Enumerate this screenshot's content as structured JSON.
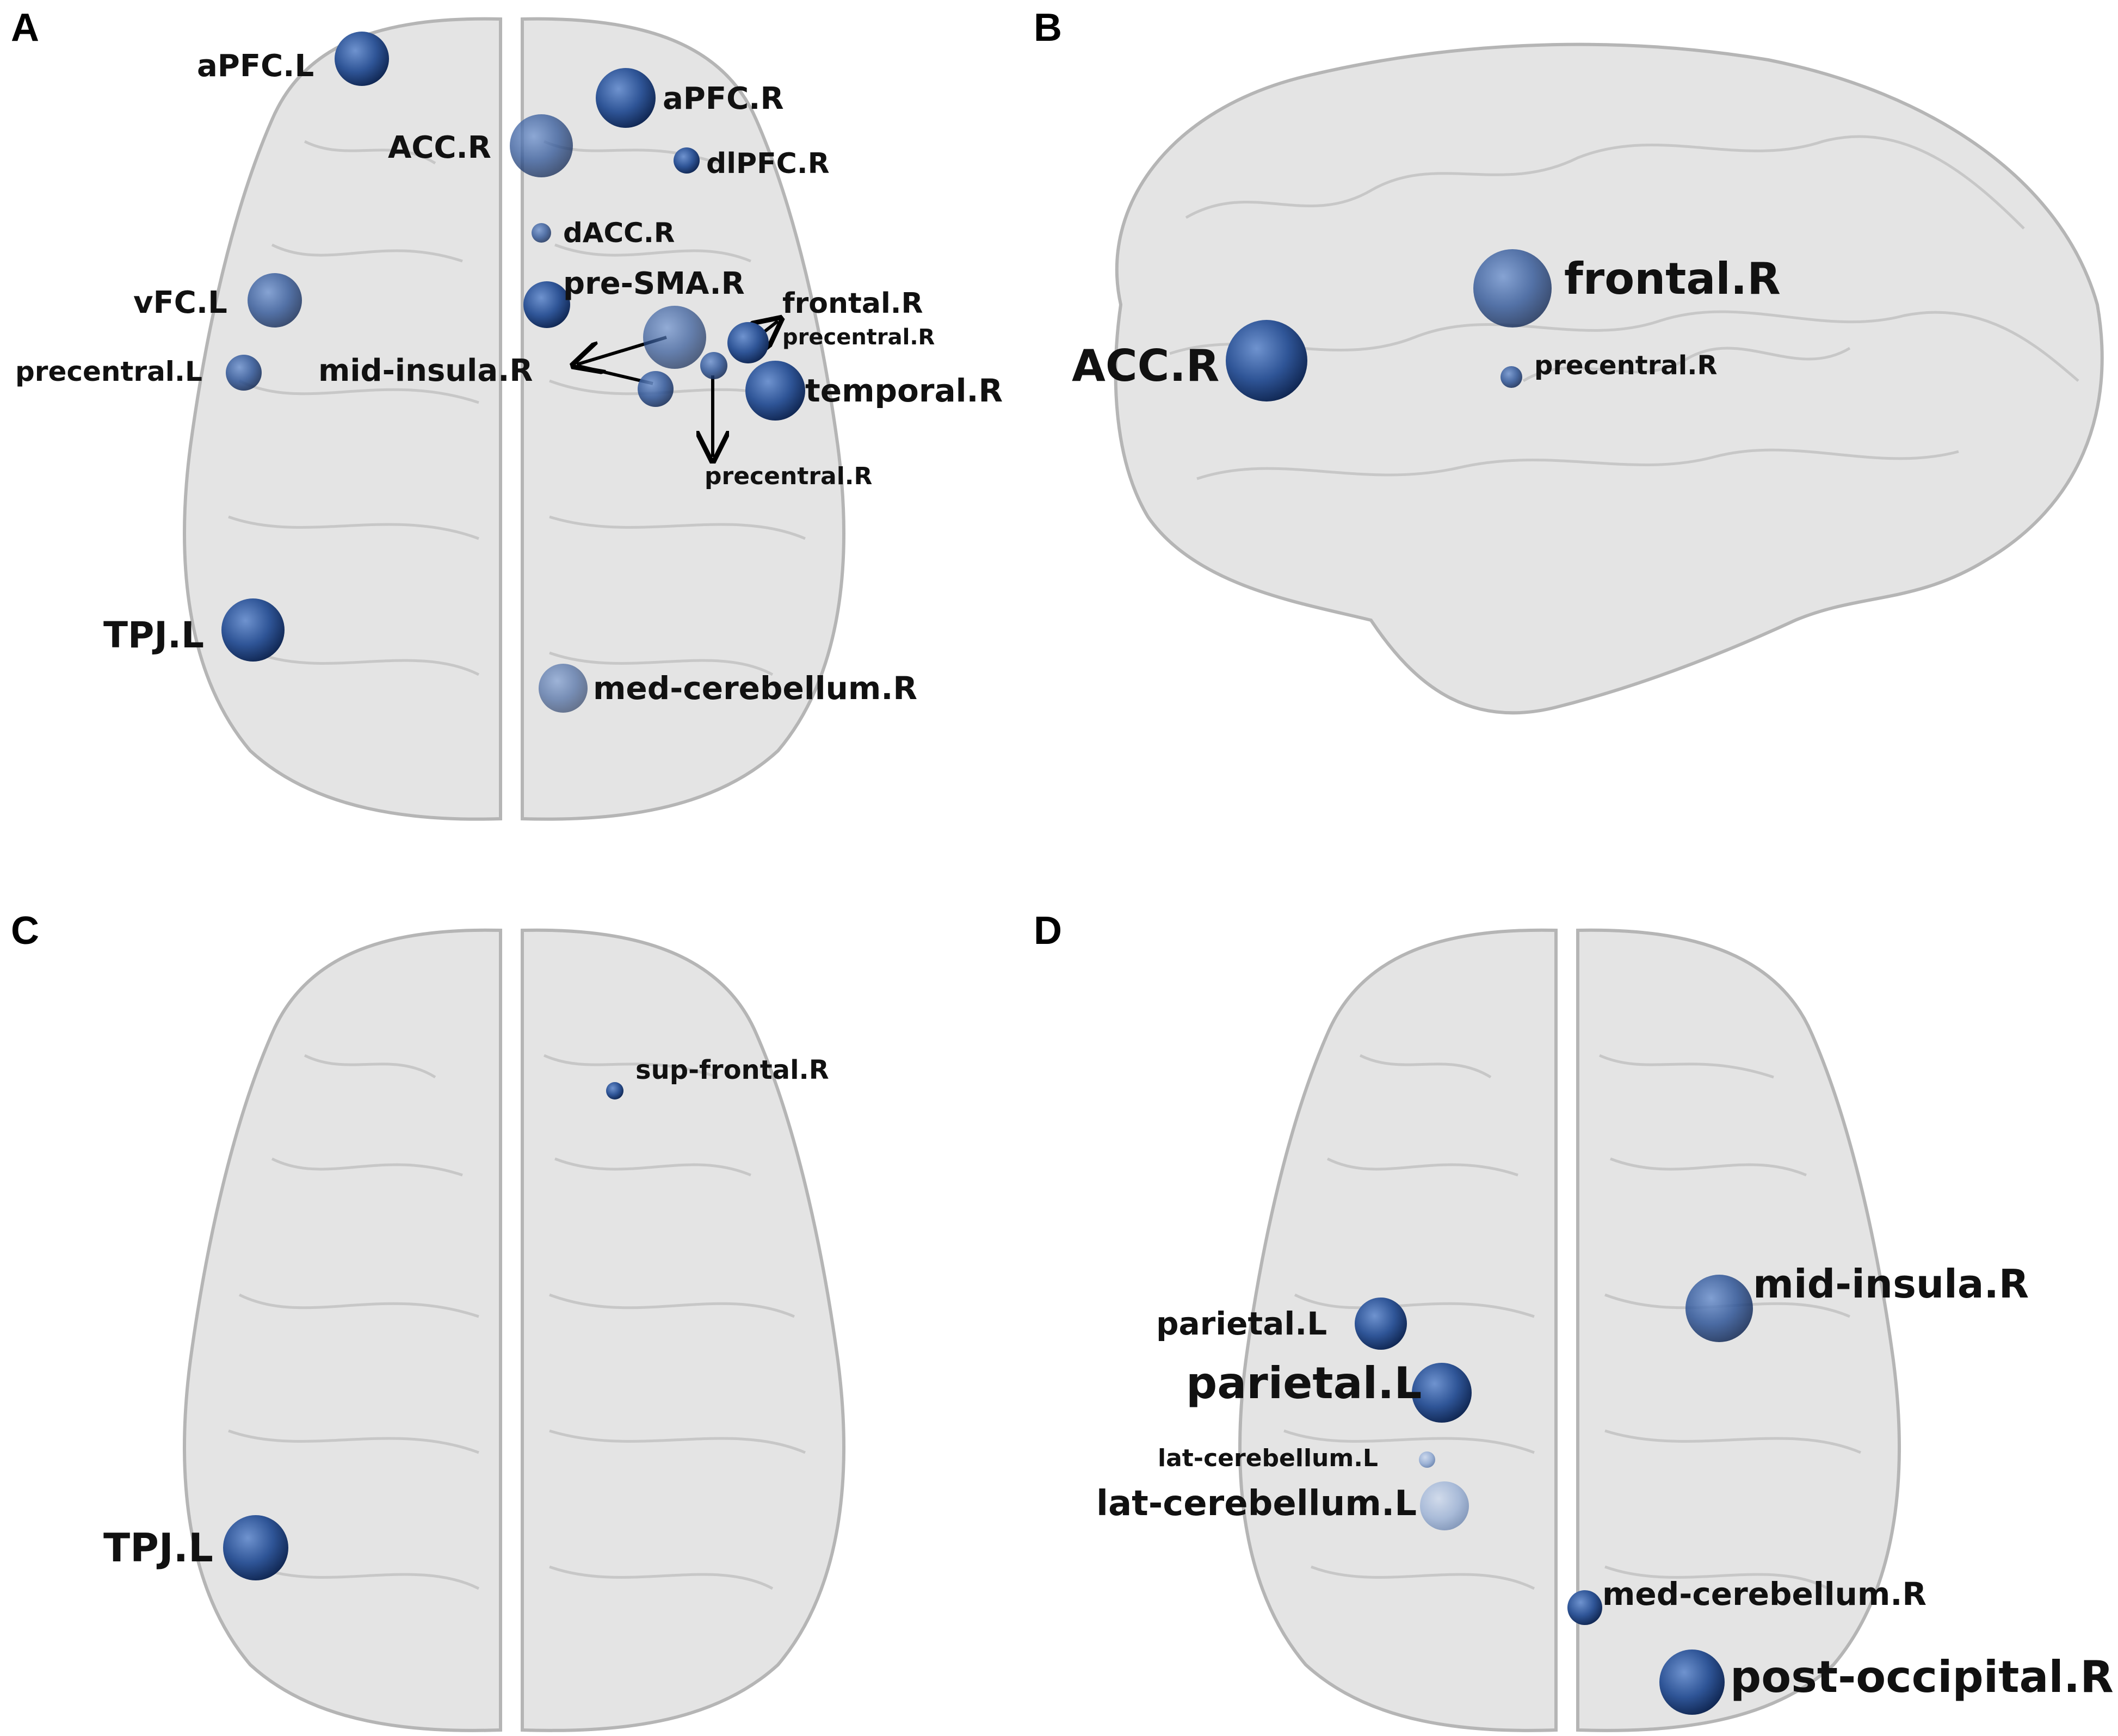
{
  "colors": {
    "node_dark": "#16305f",
    "node_mid": "#2f5597",
    "node_light": "#8fa9d3",
    "brain_fill": "#e4e4e4",
    "brain_stroke": "#b5b5b5",
    "label": "#111111"
  },
  "panels": [
    {
      "id": "A",
      "letter": "A",
      "view": "axial",
      "nodes": [
        {
          "label": "aPFC.L"
        },
        {
          "label": "aPFC.R"
        },
        {
          "label": "ACC.R"
        },
        {
          "label": "dlPFC.R"
        },
        {
          "label": "dACC.R"
        },
        {
          "label": "vFC.L"
        },
        {
          "label": "pre-SMA.R"
        },
        {
          "label": "frontal.R"
        },
        {
          "label": "precentral.R"
        },
        {
          "label": "precentral.L"
        },
        {
          "label": "mid-insula.R"
        },
        {
          "label": "temporal.R"
        },
        {
          "label": "precentral.R"
        },
        {
          "label": "TPJ.L"
        },
        {
          "label": "med-cerebellum.R"
        }
      ]
    },
    {
      "id": "B",
      "letter": "B",
      "view": "sagittal",
      "nodes": [
        {
          "label": "frontal.R"
        },
        {
          "label": "ACC.R"
        },
        {
          "label": "precentral.R"
        }
      ]
    },
    {
      "id": "C",
      "letter": "C",
      "view": "axial",
      "nodes": [
        {
          "label": "sup-frontal.R"
        },
        {
          "label": "TPJ.L"
        }
      ]
    },
    {
      "id": "D",
      "letter": "D",
      "view": "axial",
      "nodes": [
        {
          "label": "mid-insula.R"
        },
        {
          "label": "parietal.L"
        },
        {
          "label": "parietal.L"
        },
        {
          "label": "lat-cerebellum.L"
        },
        {
          "label": "lat-cerebellum.L"
        },
        {
          "label": "med-cerebellum.R"
        },
        {
          "label": "post-occipital.R"
        }
      ]
    }
  ]
}
